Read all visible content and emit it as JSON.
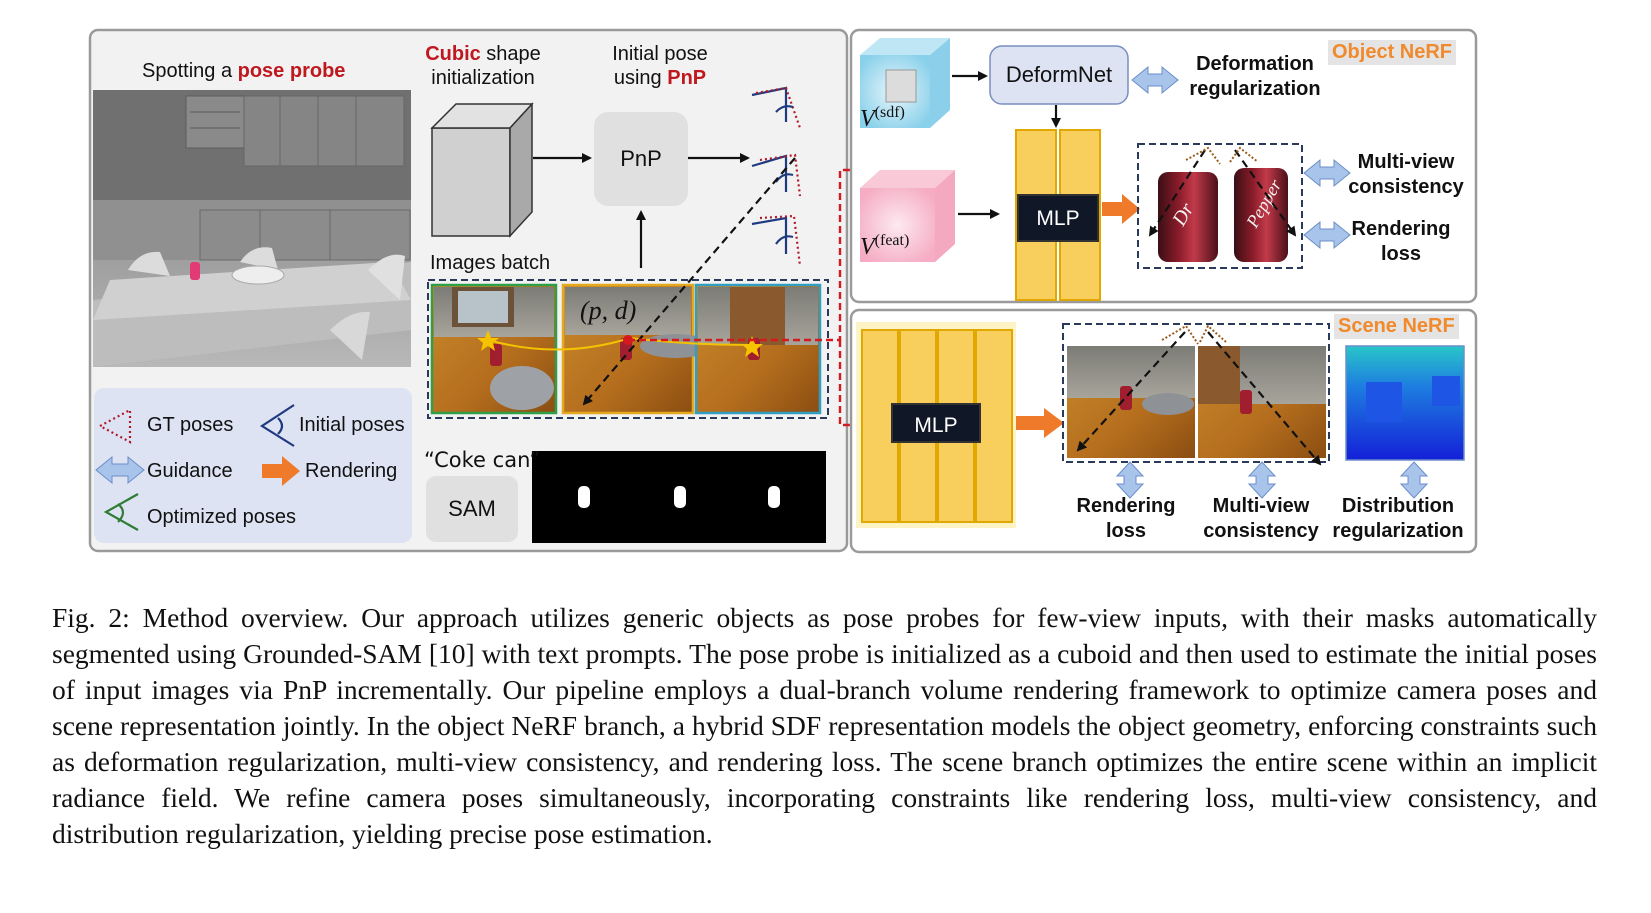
{
  "figure": {
    "left_panel": {
      "pose_probe_title_prefix": "Spotting a ",
      "pose_probe_title_highlight": "pose probe",
      "cubic_highlight": "Cubic",
      "cubic_rest_1": " shape",
      "cubic_rest_2": "initialization",
      "initial_pose_line1": "Initial pose",
      "initial_pose_prefix": "using ",
      "initial_pose_highlight": "PnP",
      "pnp_box": "PnP",
      "images_batch": "Images batch",
      "pd_label": "(p, d)",
      "coke_can": "“Coke can”",
      "sam_box": "SAM"
    },
    "legend": {
      "gt_poses": "GT poses",
      "initial_poses": "Initial poses",
      "guidance": "Guidance",
      "rendering": "Rendering",
      "optimized_poses": "Optimized poses"
    },
    "object_nerf": {
      "title": "Object NeRF",
      "deformnet": "DeformNet",
      "deformation_reg_line1": "Deformation",
      "deformation_reg_line2": "regularization",
      "v_sdf_base": "V",
      "v_sdf_sup": "(sdf)",
      "v_feat_base": "V",
      "v_feat_sup": "(feat)",
      "mlp": "MLP",
      "multiview_line1": "Multi-view",
      "multiview_line2": "consistency",
      "rendering_loss_line1": "Rendering",
      "rendering_loss_line2": "loss"
    },
    "scene_nerf": {
      "title": "Scene NeRF",
      "mlp": "MLP",
      "rendering_loss_line1": "Rendering",
      "rendering_loss_line2": "loss",
      "multiview_line1": "Multi-view",
      "multiview_line2": "consistency",
      "distribution_line1": "Distribution",
      "distribution_line2": "regularization"
    },
    "colors": {
      "highlight_red": "#c0181f",
      "title_orange": "#f08a2c",
      "mlp_yellow": "#f8cf5c",
      "guidance_blue": "#a9c4ea",
      "legend_bg": "#dde3f3",
      "panel_bg": "#f2f2f2"
    }
  },
  "caption": "Fig. 2: Method overview. Our approach utilizes generic objects as pose probes for few-view inputs, with their masks automatically segmented using Grounded-SAM [10] with text prompts. The pose probe is initialized as a cuboid and then used to estimate the initial poses of input images via PnP incrementally. Our pipeline employs a dual-branch volume rendering framework to optimize camera poses and scene representation jointly. In the object NeRF branch, a hybrid SDF representation models the object geometry, enforcing constraints such as deformation regularization, multi-view consistency, and rendering loss. The scene branch optimizes the entire scene within an implicit radiance field. We refine camera poses simultaneously, incorporating constraints like rendering loss, multi-view consistency, and distribution regularization, yielding precise pose estimation."
}
